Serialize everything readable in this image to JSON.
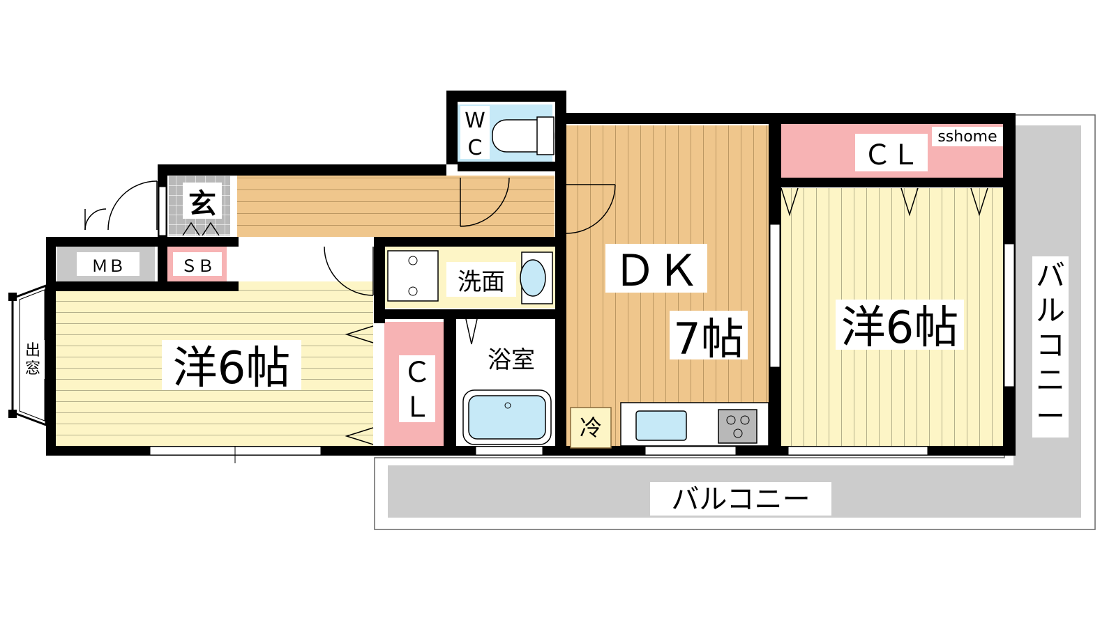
{
  "watermark": "sshome",
  "rooms": {
    "wc": {
      "line1": "W",
      "line2": "C"
    },
    "genkan": "玄",
    "mb": "ＭＢ",
    "sb": "ＳＢ",
    "senmen": "洗面",
    "yokushitsu": "浴室",
    "dk_name": "ＤＫ",
    "dk_size": "7帖",
    "west_room": "洋6帖",
    "east_room": "洋6帖",
    "cl_top": "ＣＬ",
    "cl_mid": {
      "line1": "Ｃ",
      "line2": "Ｌ"
    },
    "fridge": "冷",
    "demado": {
      "line1": "出",
      "line2": "窓"
    },
    "balcony_bottom": "バルコニー",
    "balcony_right": [
      "バ",
      "ル",
      "コ",
      "ニ",
      "ー"
    ]
  },
  "colors": {
    "wall": "#000000",
    "floor_light": "#fdf5c6",
    "floor_wood": "#efc68c",
    "closet_pink": "#f7b3b4",
    "balcony_gray": "#cccccc",
    "bath_blue": "#c6e9f7",
    "tile_gray": "#b8b8b8"
  }
}
